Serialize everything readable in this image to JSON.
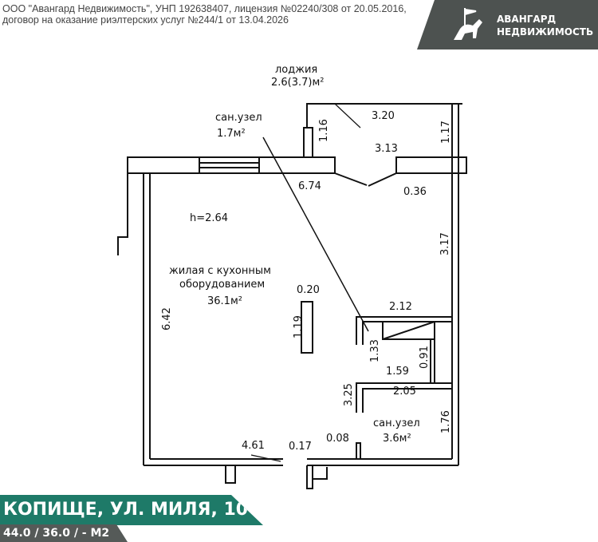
{
  "agency_info": {
    "line1": "ООО \"Авангард Недвижимость\", УНП 192638407, лицензия №02240/308 от 20.05.2016,",
    "line2": "договор на оказание риэлтерских услуг №244/1 от 13.04.2026"
  },
  "logo": {
    "line1": "АВАНГАРД",
    "line2": "НЕДВИЖИМОСТЬ"
  },
  "plan": {
    "loggia_label": "лоджия",
    "loggia_area": "2.6(3.7)м²",
    "wc1_label": "сан.узел",
    "wc1_area": "1.7м²",
    "living_label1": "жилая с кухонным",
    "living_label2": "оборудованием",
    "living_area": "36.1м²",
    "height": "h=2.64",
    "wc2_label": "сан.узел",
    "wc2_area": "3.6м²",
    "dims": {
      "d320": "3.20",
      "d116": "1.16",
      "d117": "1.17",
      "d313": "3.13",
      "d674": "6.74",
      "d036": "0.36",
      "d317": "3.17",
      "d642": "6.42",
      "d020": "0.20",
      "d119": "1.19",
      "d212": "2.12",
      "d133": "1.33",
      "d091": "0.91",
      "d159": "1.59",
      "d205": "2.05",
      "d325": "3.25",
      "d176": "1.76",
      "d461": "4.61",
      "d017": "0.17",
      "d008": "0.08"
    }
  },
  "listing": {
    "address": "КОПИЩЕ, УЛ. МИЛЯ, 10",
    "areas": "44.0 / 36.0 / - М2"
  },
  "colors": {
    "accent": "#1e7a68",
    "dark": "#4d5250"
  }
}
